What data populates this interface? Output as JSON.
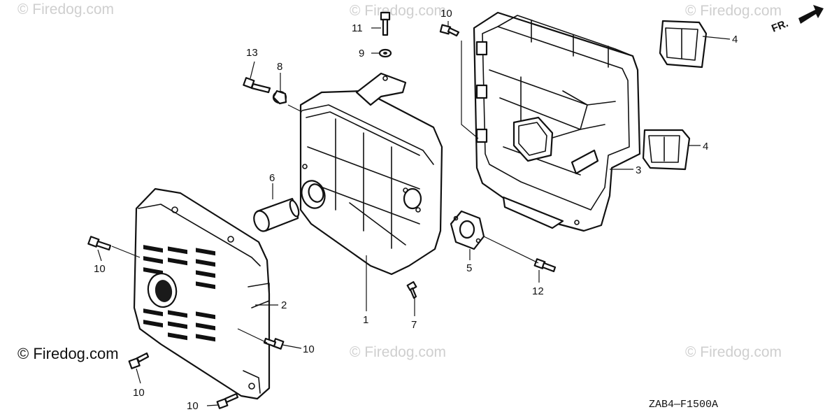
{
  "watermark_text": "© Firedog.com",
  "diagram_code": "ZAB4—F1500A",
  "direction_label": "FR.",
  "callouts": {
    "c1": "1",
    "c2": "2",
    "c3": "3",
    "c4a": "4",
    "c4b": "4",
    "c5": "5",
    "c6": "6",
    "c7": "7",
    "c8": "8",
    "c9": "9",
    "c10a": "10",
    "c10b": "10",
    "c10c": "10",
    "c10d": "10",
    "c10e": "10",
    "c11": "11",
    "c12": "12",
    "c13": "13"
  }
}
